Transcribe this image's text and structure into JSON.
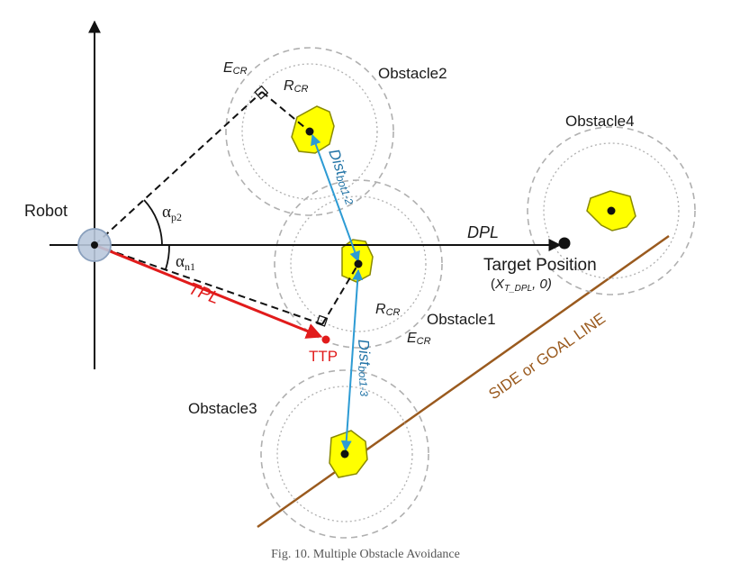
{
  "labels": {
    "robot": "Robot",
    "obstacle1": "Obstacle1",
    "obstacle2": "Obstacle2",
    "obstacle3": "Obstacle3",
    "obstacle4": "Obstacle4",
    "target_position": "Target Position",
    "target_coord_open": "(",
    "target_coord_x": "X",
    "target_coord_sub": "T_DPL",
    "target_coord_rest": ", 0)",
    "dpl": "DPL",
    "tpl": "TPL",
    "ttp": "TTP",
    "alpha": "α",
    "alpha_p2_sub": "p2",
    "alpha_n1_sub": "n1",
    "e_letter": "E",
    "r_letter": "R",
    "cr_sub": "CR",
    "dist_word": "Dist",
    "dist_sub_12": "bot1-2",
    "dist_sub_13": "bot1-3",
    "side_goal_line": "SIDE or GOAL LINE",
    "caption": "Fig. 10. Multiple Obstacle Avoidance"
  },
  "colors": {
    "axis": "#111111",
    "dashed": "#111111",
    "tpl": "#e11b1b",
    "dist": "#2d9bd4",
    "dist_text": "#2173a6",
    "obstacle_fill": "#ffff00",
    "obstacle_stroke": "#8a8a00",
    "circle": "#b0b0b0",
    "robot_fill": "#b9c8dc",
    "robot_stroke": "#8aa0bd",
    "side_line": "#9a5a1e"
  }
}
